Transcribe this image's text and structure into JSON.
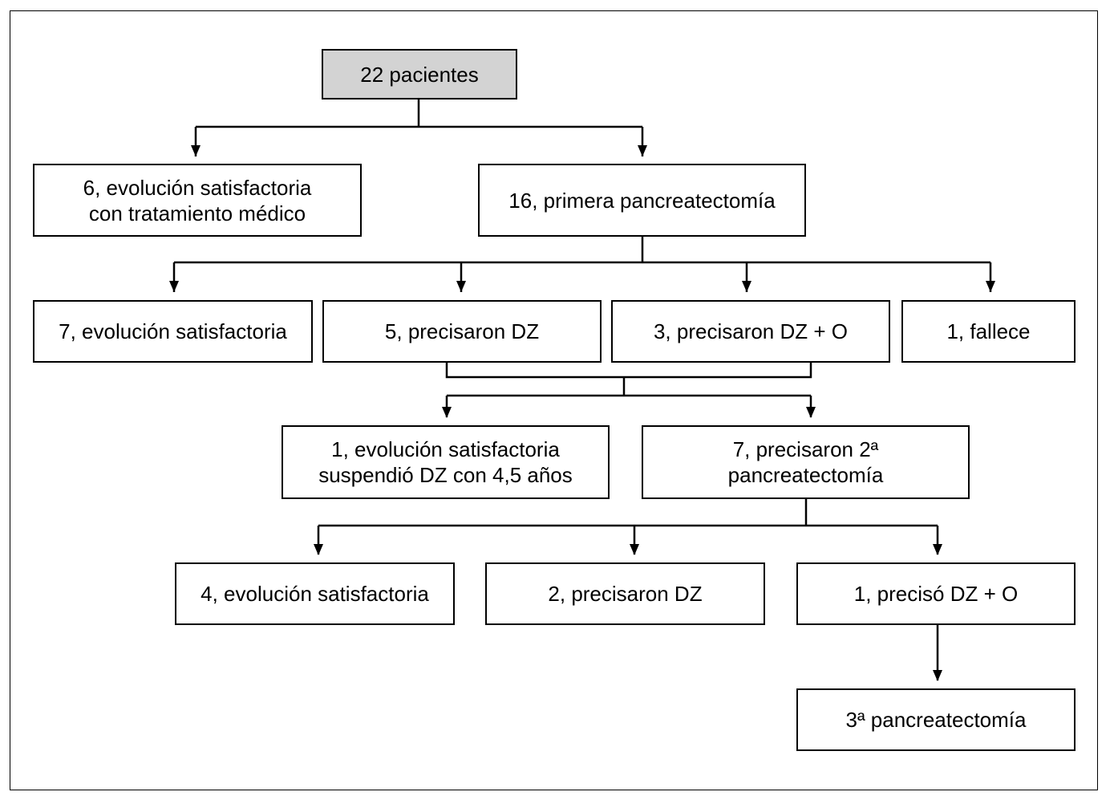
{
  "nodes": {
    "root": "22 pacientes",
    "medical": [
      "6, evolución satisfactoria",
      "con tratamiento médico"
    ],
    "first_surgery": "16, primera pancreatectomía",
    "sat_7": "7, evolución satisfactoria",
    "dz_5": "5, precisaron DZ",
    "dzo_3": "3, precisaron DZ + O",
    "died_1": "1, fallece",
    "sat_1": [
      "1, evolución satisfactoria",
      "suspendió DZ con 4,5 años"
    ],
    "second_surgery": [
      "7, precisaron 2ª",
      "pancreatectomía"
    ],
    "sat_4": "4, evolución satisfactoria",
    "dz_2": "2, precisaron DZ",
    "dzo_1": "1, precisó DZ + O",
    "third_surgery": "3ª pancreatectomía"
  }
}
